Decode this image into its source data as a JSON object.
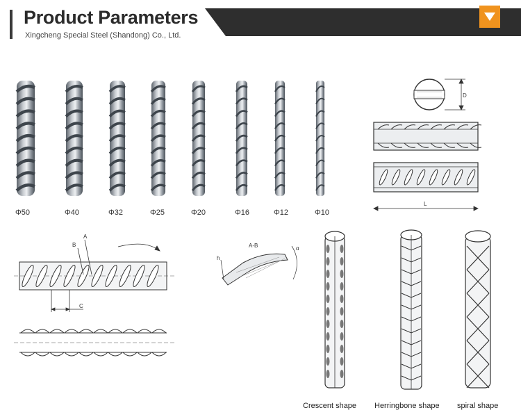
{
  "header": {
    "title": "Product Parameters",
    "subtitle": "Xingcheng Special Steel (Shandong) Co., Ltd."
  },
  "colors": {
    "accent": "#f0931e",
    "banner": "#2e2e2e",
    "steel": "#8a9098"
  },
  "icons": {
    "banner": "chevron-down-icon"
  },
  "rebars": [
    {
      "label": "Φ50"
    },
    {
      "label": "Φ40"
    },
    {
      "label": "Φ32"
    },
    {
      "label": "Φ25"
    },
    {
      "label": "Φ20"
    },
    {
      "label": "Φ16"
    },
    {
      "label": "Φ12"
    },
    {
      "label": "Φ10"
    }
  ],
  "section_diagram": {
    "d_label": "D",
    "l_label": "L"
  },
  "detail_diagram": {
    "a_label": "A",
    "b_label": "B",
    "c_label": "C"
  },
  "rib_diagram": {
    "section_label": "A-B",
    "h_label": "h",
    "alpha_label": "α"
  },
  "shapes": [
    {
      "label": "Crescent shape"
    },
    {
      "label": "Herringbone shape"
    },
    {
      "label": "spiral shape"
    }
  ]
}
